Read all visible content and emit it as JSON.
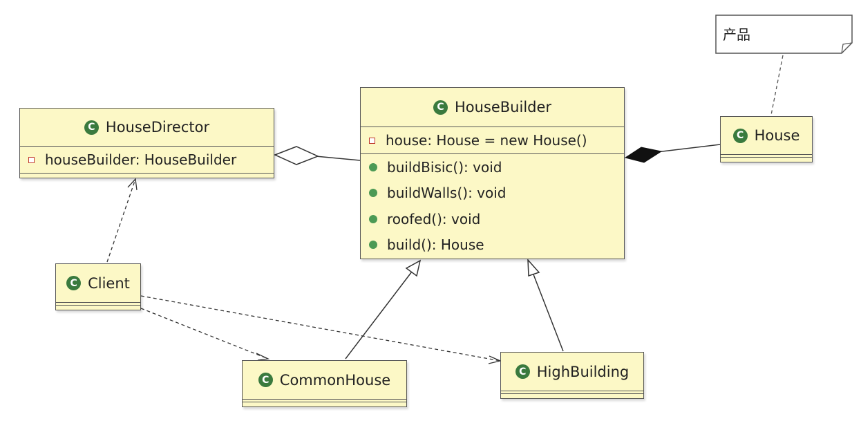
{
  "note": {
    "text": "产品"
  },
  "classes": {
    "house_director": {
      "name": "HouseDirector",
      "attributes": [
        "houseBuilder: HouseBuilder"
      ]
    },
    "house_builder": {
      "name": "HouseBuilder",
      "attributes": [
        "house: House = new House()"
      ],
      "operations": [
        "buildBisic(): void",
        "buildWalls(): void",
        "roofed(): void",
        "build(): House"
      ]
    },
    "house": {
      "name": "House"
    },
    "client": {
      "name": "Client"
    },
    "common_house": {
      "name": "CommonHouse"
    },
    "high_building": {
      "name": "HighBuilding"
    }
  },
  "relations": [
    {
      "type": "aggregation",
      "from": "HouseDirector",
      "to": "HouseBuilder"
    },
    {
      "type": "composition",
      "from": "HouseBuilder",
      "to": "House"
    },
    {
      "type": "dependency",
      "from": "Client",
      "to": "HouseDirector"
    },
    {
      "type": "dependency",
      "from": "Client",
      "to": "CommonHouse"
    },
    {
      "type": "dependency",
      "from": "Client",
      "to": "HighBuilding"
    },
    {
      "type": "generalization",
      "from": "CommonHouse",
      "to": "HouseBuilder"
    },
    {
      "type": "generalization",
      "from": "HighBuilding",
      "to": "HouseBuilder"
    },
    {
      "type": "note-anchor",
      "from": "产品",
      "to": "House"
    }
  ],
  "colors": {
    "class_fill": "#fcf8c6",
    "class_border": "#555555",
    "class_badge": "#3a7a3e",
    "public_marker": "#4c9a55",
    "private_marker": "#c0392b"
  }
}
